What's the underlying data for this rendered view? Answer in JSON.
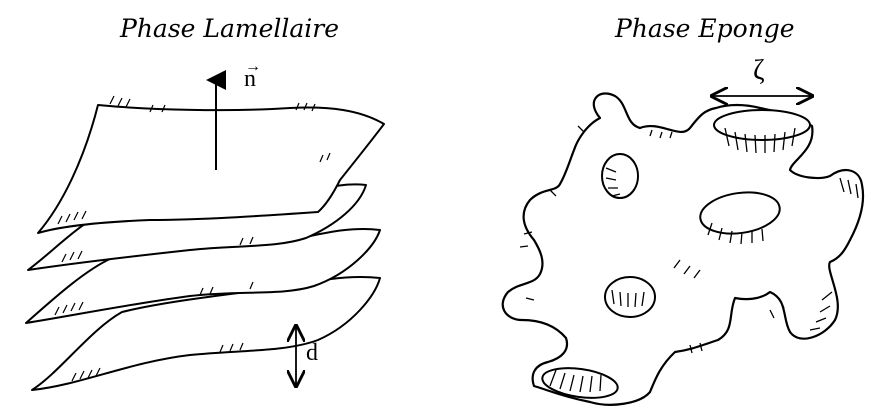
{
  "diagram": {
    "lamellar": {
      "title": "Phase Lamellaire",
      "normal_label": "n",
      "normal_vector_mark": "→",
      "spacing_label": "d"
    },
    "sponge": {
      "title": "Phase Eponge",
      "length_label": "ζ"
    },
    "colors": {
      "ink": "#000000",
      "background": "#ffffff"
    }
  }
}
